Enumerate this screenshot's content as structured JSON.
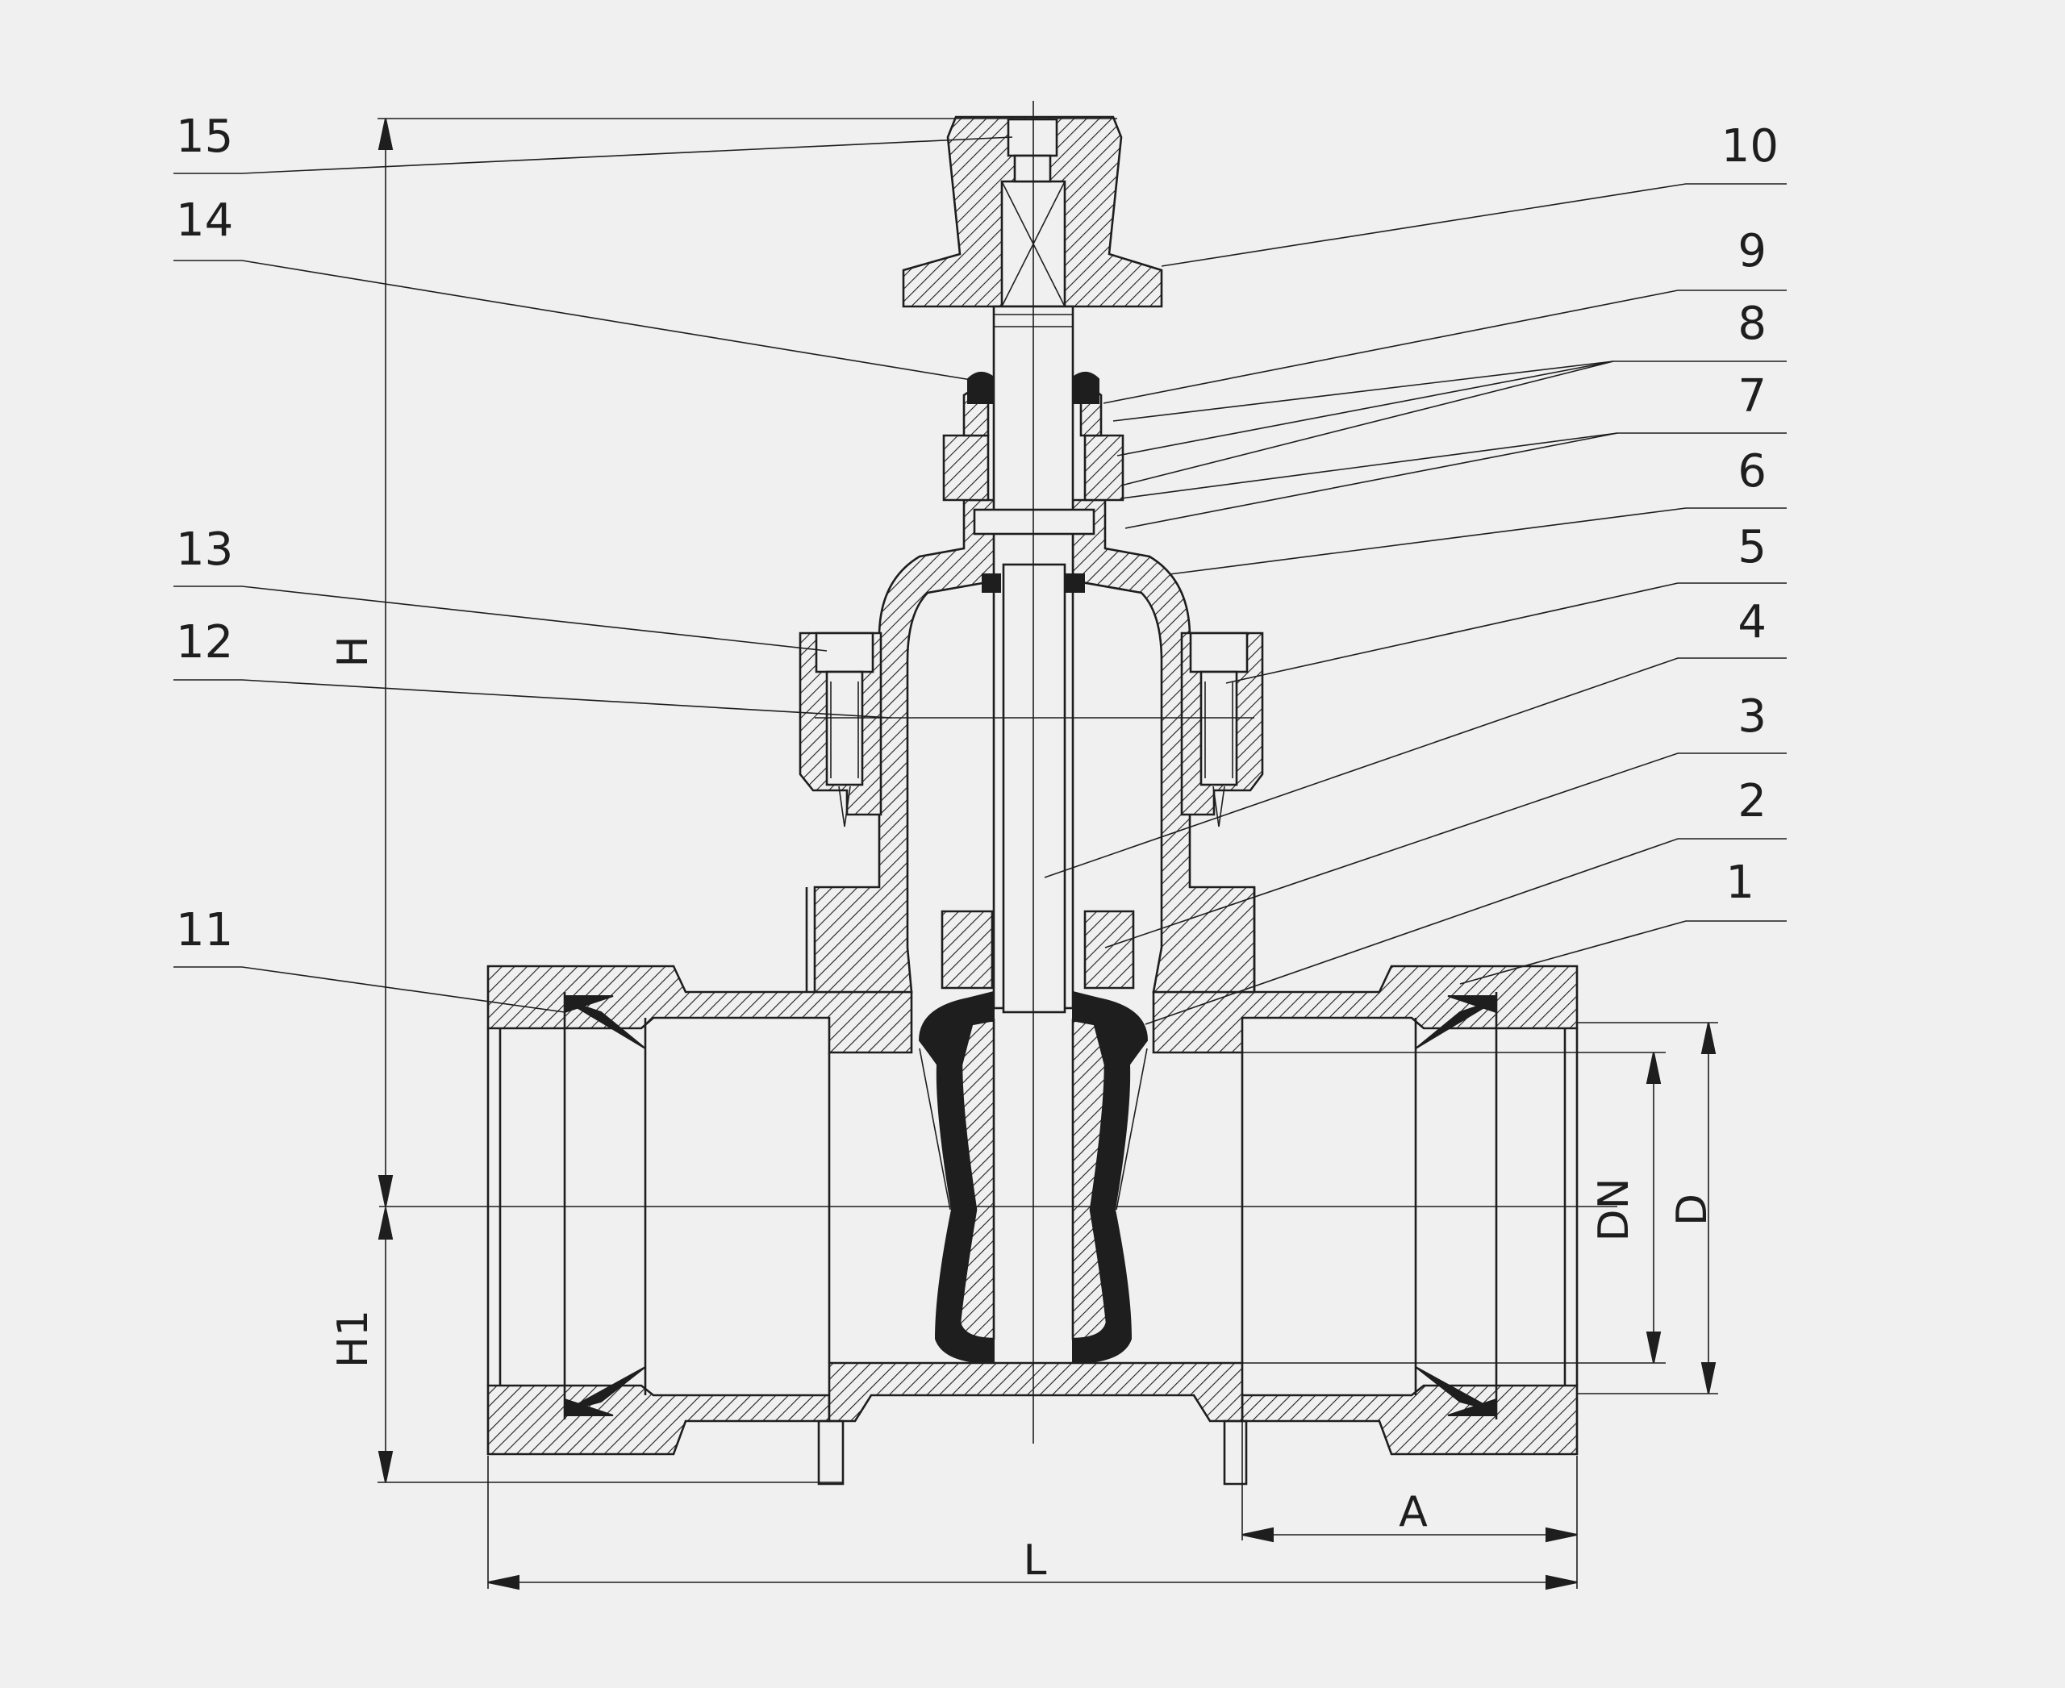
{
  "part_numbers": [
    "1",
    "2",
    "3",
    "4",
    "5",
    "6",
    "7",
    "8",
    "9",
    "10",
    "11",
    "12",
    "13",
    "14",
    "15"
  ],
  "dimensions": {
    "H": "H",
    "H1": "H1",
    "L": "L",
    "A": "A",
    "DN": "DN",
    "D": "D"
  },
  "colors": {
    "ink": "#1e1e1e",
    "background": "#f0f0f0"
  }
}
